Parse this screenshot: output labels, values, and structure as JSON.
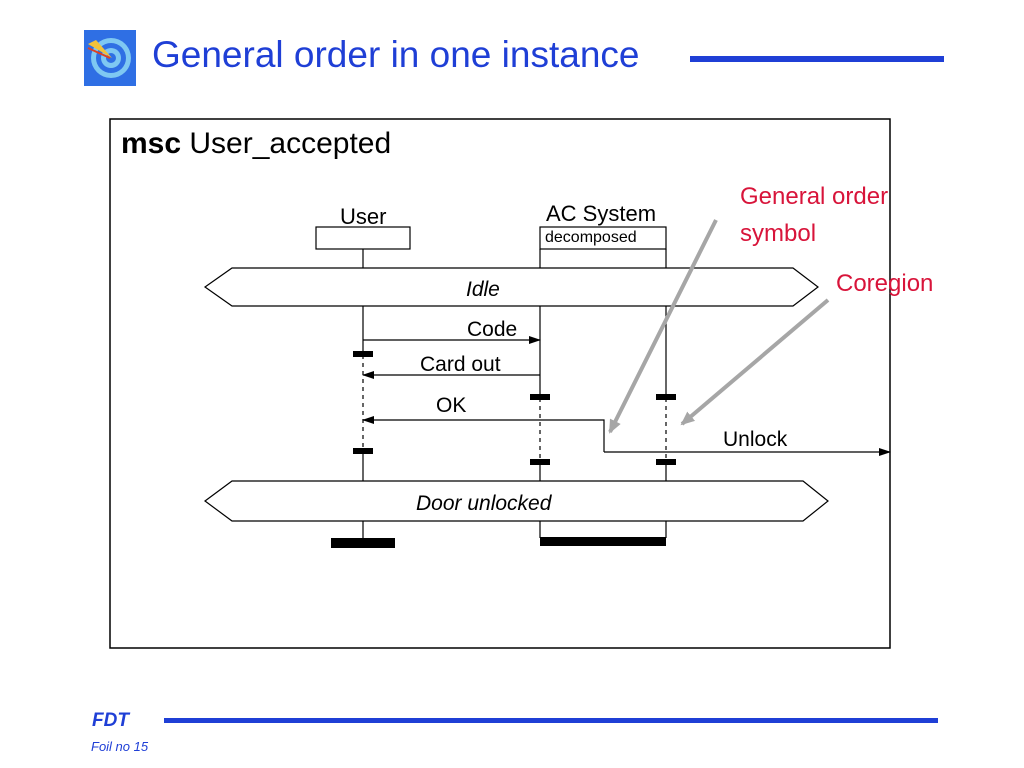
{
  "slide": {
    "title": "General order in one instance",
    "logo_icon": "target-logo-icon"
  },
  "msc": {
    "keyword": "msc",
    "name": "User_accepted",
    "instances": [
      {
        "name": "User",
        "kind": ""
      },
      {
        "name": "AC System",
        "kind": "decomposed"
      }
    ],
    "conditions": [
      "Idle",
      "Door unlocked"
    ],
    "messages": [
      "Code",
      "Card out",
      "OK",
      "Unlock"
    ]
  },
  "annotations": {
    "general_order": "General order symbol",
    "general_order_line1": "General order",
    "general_order_line2": "symbol",
    "coregion": "Coregion"
  },
  "footer": {
    "brand": "FDT",
    "foil": "Foil no 15"
  },
  "colors": {
    "accent": "#1f3fd6",
    "annotation": "#d8143a",
    "arrow_gray": "#a6a6a6"
  }
}
